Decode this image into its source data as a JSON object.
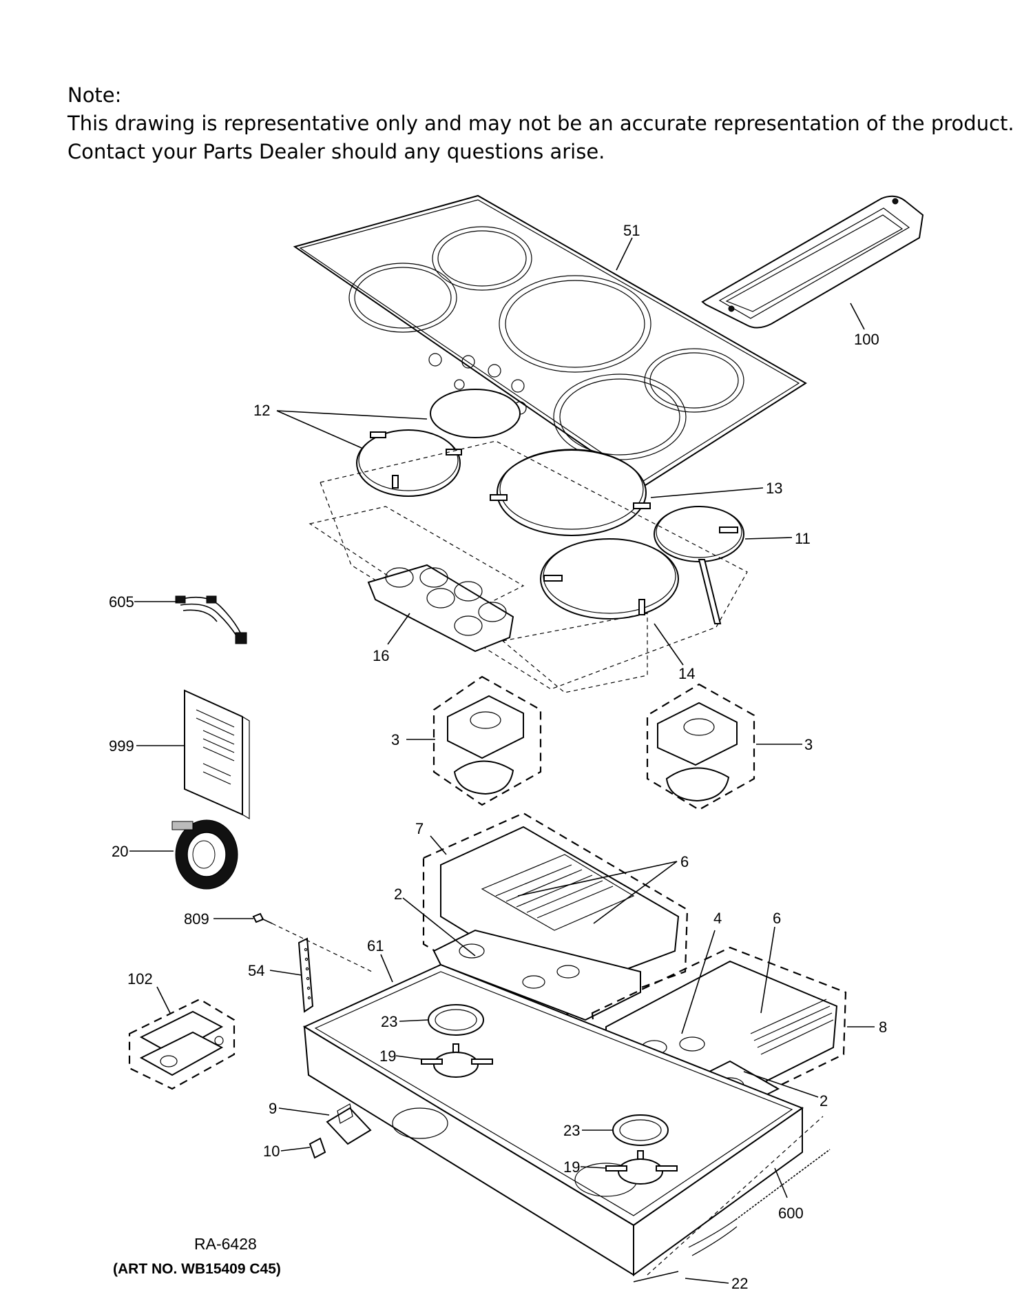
{
  "note": {
    "heading": "Note:",
    "line1": "This drawing is representative only and may not be an accurate representation of the product.",
    "line2": "Contact your Parts Dealer should any questions arise."
  },
  "callouts": {
    "p51": "51",
    "p100": "100",
    "p12": "12",
    "p13": "13",
    "p11": "11",
    "p605": "605",
    "p16": "16",
    "p14": "14",
    "p3a": "3",
    "p3b": "3",
    "p999": "999",
    "p20": "20",
    "p7": "7",
    "p6a": "6",
    "p2a": "2",
    "p4": "4",
    "p6b": "6",
    "p61": "61",
    "p809": "809",
    "p54": "54",
    "p102": "102",
    "p23a": "23",
    "p19a": "19",
    "p8": "8",
    "p2b": "2",
    "p9": "9",
    "p23b": "23",
    "p10": "10",
    "p19b": "19",
    "p600": "600",
    "p22": "22"
  },
  "footer": {
    "ra": "RA-6428",
    "art": "(ART NO. WB15409 C45)"
  }
}
